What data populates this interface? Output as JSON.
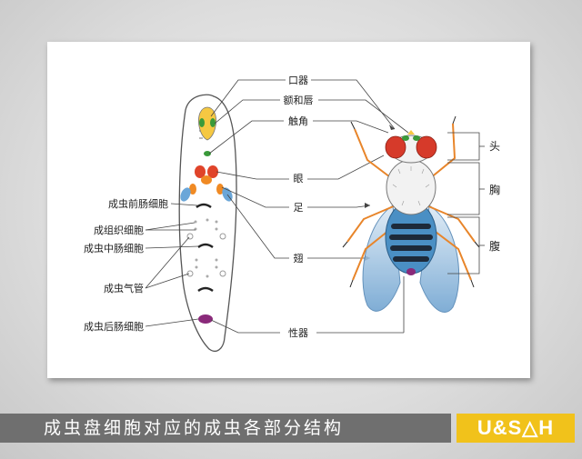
{
  "labels": {
    "mouthparts": "口器",
    "frons_labrum": "额和唇",
    "antenna": "触角",
    "eye": "眼",
    "leg": "足",
    "wing": "翅",
    "genitalia": "性器",
    "foregut": "成虫前肠细胞",
    "histoblast": "成组织细胞",
    "midgut": "成虫中肠细胞",
    "trachea": "成虫气管",
    "hindgut": "成虫后肠细胞",
    "head": "头",
    "thorax": "胸",
    "abdomen": "腹"
  },
  "banner": {
    "title": "成虫盘细胞对应的成虫各部分结构"
  },
  "logo": {
    "text": "U&S△H"
  },
  "colors": {
    "banner_bg": "#6f6f6f",
    "logo_bg": "#f1c21b",
    "disc_yellow": "#f5c842",
    "disc_green": "#3a9a3a",
    "disc_red": "#e0442a",
    "disc_orange": "#f08a24",
    "disc_blue": "#6aa6d8",
    "disc_purple": "#8a2a7a",
    "fly_eye_red": "#d63a2a",
    "fly_leg_orange": "#e8852a",
    "fly_abdomen_blue": "#4a8fc4"
  }
}
